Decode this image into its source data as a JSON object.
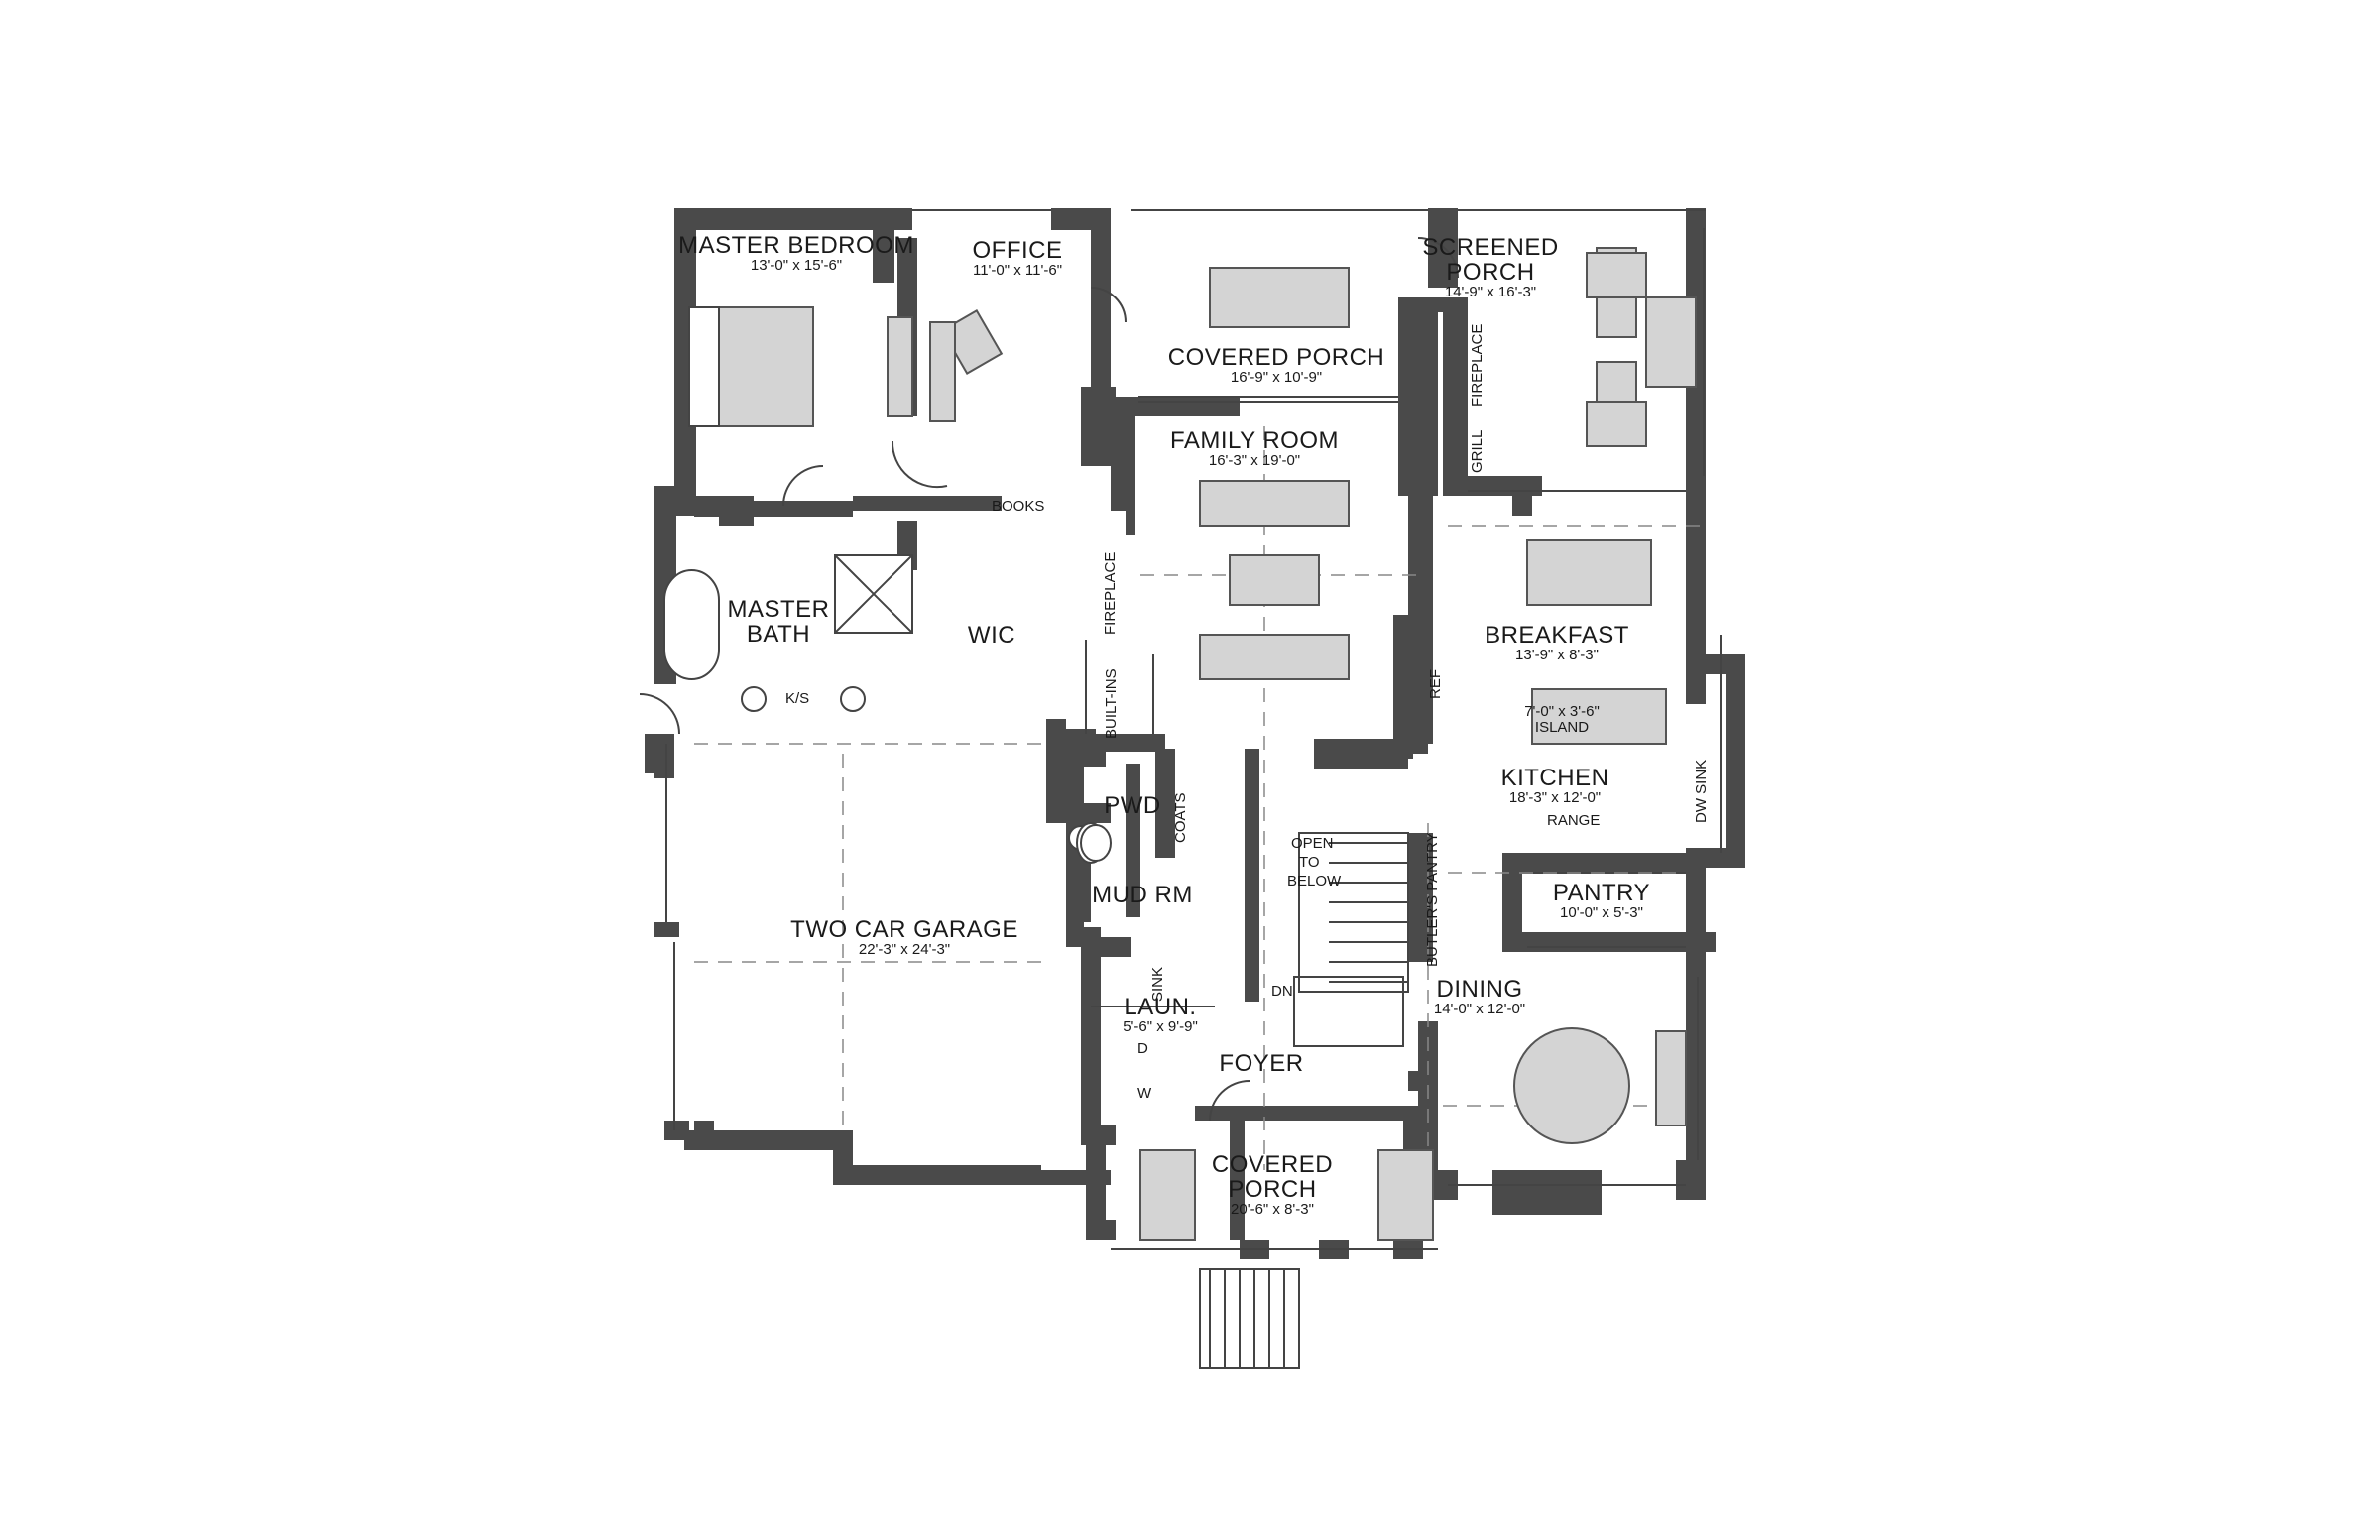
{
  "rooms": {
    "master_bedroom": {
      "name": "MASTER BEDROOM",
      "dims": "13'-0\" x 15'-6\""
    },
    "office": {
      "name": "OFFICE",
      "dims": "11'-0\" x 11'-6\""
    },
    "covered_porch_rear": {
      "name": "COVERED PORCH",
      "dims": "16'-9\" x 10'-9\""
    },
    "screened_porch": {
      "name": "SCREENED",
      "name2": "PORCH",
      "dims": "14'-9\" x 16'-3\""
    },
    "family_room": {
      "name": "FAMILY ROOM",
      "dims": "16'-3\" x 19'-0\""
    },
    "master_bath": {
      "name": "MASTER",
      "name2": "BATH"
    },
    "wic": {
      "name": "WIC"
    },
    "breakfast": {
      "name": "BREAKFAST",
      "dims": "13'-9\" x 8'-3\""
    },
    "island": {
      "dims": "7'-0\" x 3'-6\"",
      "name": "ISLAND"
    },
    "kitchen": {
      "name": "KITCHEN",
      "dims": "18'-3\" x 12'-0\""
    },
    "pwd": {
      "name": "PWD"
    },
    "mud_rm": {
      "name": "MUD RM"
    },
    "pantry": {
      "name": "PANTRY",
      "dims": "10'-0\" x 5'-3\""
    },
    "garage": {
      "name": "TWO CAR GARAGE",
      "dims": "22'-3\" x 24'-3\""
    },
    "laundry": {
      "name": "LAUN.",
      "dims": "5'-6\" x 9'-9\""
    },
    "dining": {
      "name": "DINING",
      "dims": "14'-0\" x 12'-0\""
    },
    "foyer": {
      "name": "FOYER"
    },
    "covered_porch_front": {
      "name": "COVERED",
      "name2": "PORCH",
      "dims": "20'-6\" x 8'-3\""
    }
  },
  "labels": {
    "books": "BOOKS",
    "fireplace_family": "FIREPLACE",
    "fireplace_porch": "FIREPLACE",
    "grill": "GRILL",
    "built_ins": "BUILT-INS",
    "ref": "REF",
    "dw_sink": "DW  SINK",
    "range": "RANGE",
    "coats": "COATS",
    "open_to_below_1": "OPEN",
    "open_to_below_2": "TO",
    "open_to_below_3": "BELOW",
    "butlers_pantry": "BUTLER'S PANTRY",
    "ks": "K/S",
    "sink": "SINK",
    "dn": "DN",
    "d": "D",
    "w": "W"
  }
}
